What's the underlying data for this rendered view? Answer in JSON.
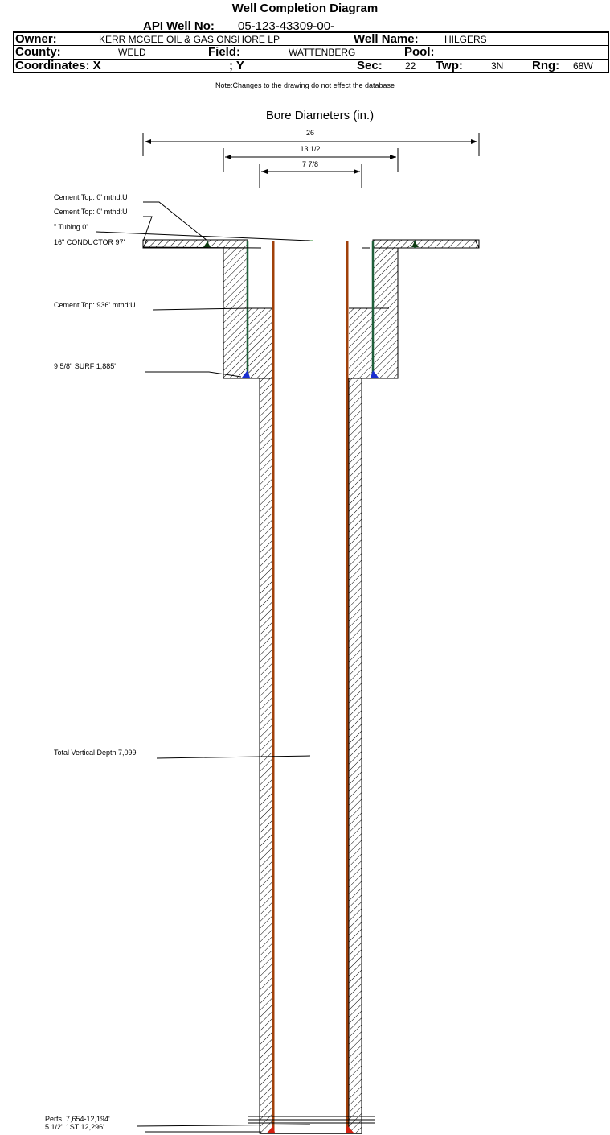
{
  "header": {
    "title": "Well Completion Diagram",
    "api_label": "API Well No:",
    "api_value": "05-123-43309-00-",
    "owner_label": "Owner:",
    "owner_value": "KERR MCGEE OIL & GAS ONSHORE LP",
    "well_name_label": "Well Name:",
    "well_name_value": "HILGERS",
    "county_label": "County:",
    "county_value": "WELD",
    "field_label": "Field:",
    "field_value": "WATTENBERG",
    "pool_label": "Pool:",
    "pool_value": "",
    "coord_x_label": "Coordinates: X",
    "coord_y_label": "; Y",
    "sec_label": "Sec:",
    "sec_value": "22",
    "twp_label": "Twp:",
    "twp_value": "3N",
    "rng_label": "Rng:",
    "rng_value": "68W",
    "note": "Note:Changes to the drawing do not effect the database"
  },
  "diagram": {
    "bore_title": "Bore Diameters (in.)",
    "dimensions": [
      "26",
      "13 1/2",
      "7 7/8"
    ],
    "annotations": {
      "cement_top_1": "Cement Top: 0' mthd:U",
      "cement_top_2": "Cement Top: 0' mthd:U",
      "tubing": "\" Tubing 0'",
      "conductor": "16\" CONDUCTOR  97'",
      "cement_top_3": "Cement Top: 936' mthd:U",
      "surface": "9 5/8\" SURF       1,885'",
      "tvd": "Total Vertical Depth 7,099'",
      "perfs": "Perfs. 7,654-12,194'",
      "production": "5 1/2\" 1ST       12,296'"
    },
    "colors": {
      "casing_green": "#1f5f3a",
      "tubing_brown": "#a0400a",
      "shoe_blue": "#1a2fd0",
      "shoe_red": "#d42010",
      "shoe_dark": "#0e3b12"
    }
  }
}
